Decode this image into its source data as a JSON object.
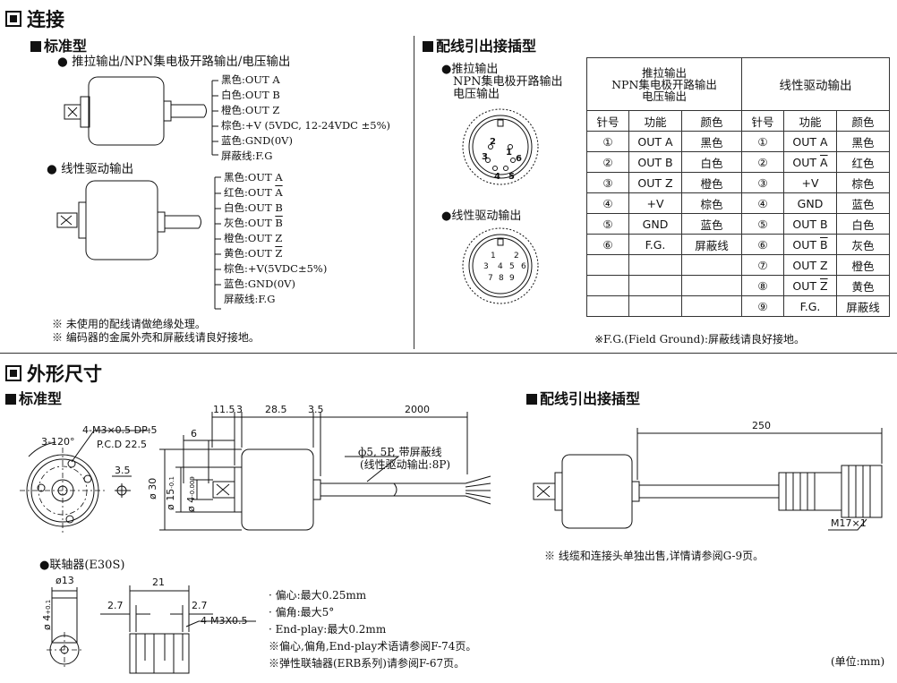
{
  "section1": {
    "title": "连接",
    "standard": {
      "title": "标准型",
      "push_title": "● 推拉输出/NPN集电极开路输出/电压输出",
      "push_wires": [
        "黑色:OUT A",
        "白色:OUT B",
        "橙色:OUT Z",
        "棕色:+V (5VDC, 12-24VDC ±5%)",
        "蓝色:GND(0V)",
        "屏蔽线:F.G"
      ],
      "line_title": "● 线性驱动输出",
      "line_wires": [
        {
          "color": "黑色:",
          "sig": "OUT ",
          "ch": "A",
          "bar": false
        },
        {
          "color": "红色:",
          "sig": "OUT ",
          "ch": "A",
          "bar": true
        },
        {
          "color": "白色:",
          "sig": "OUT ",
          "ch": "B",
          "bar": false
        },
        {
          "color": "灰色:",
          "sig": "OUT ",
          "ch": "B",
          "bar": true
        },
        {
          "color": "橙色:",
          "sig": "OUT ",
          "ch": "Z",
          "bar": false
        },
        {
          "color": "黄色:",
          "sig": "OUT ",
          "ch": "Z",
          "bar": true
        },
        {
          "color": "棕色:+V(5VDC±5%)",
          "sig": "",
          "ch": "",
          "bar": false
        },
        {
          "color": "蓝色:GND(0V)",
          "sig": "",
          "ch": "",
          "bar": false
        },
        {
          "color": "屏蔽线:F.G",
          "sig": "",
          "ch": "",
          "bar": false
        }
      ],
      "notes": [
        "※ 未使用的配线请做绝缘处理。",
        "※ 编码器的金属外壳和屏蔽线请良好接地。"
      ]
    },
    "connector": {
      "title": "配线引出接插型",
      "push_label": [
        "●推拉输出",
        "NPN集电极开路输出",
        "电压输出"
      ],
      "line_label": "●线性驱动输出",
      "pins6": [
        "1",
        "2",
        "3",
        "4",
        "5",
        "6"
      ],
      "pins9": [
        "1",
        "2",
        "3",
        "4",
        "5",
        "6",
        "7",
        "8",
        "9"
      ],
      "table": {
        "group1": [
          "推拉输出",
          "NPN集电极开路输出",
          "电压输出"
        ],
        "group2": "线性驱动输出",
        "headers": [
          "针号",
          "功能",
          "颜色",
          "针号",
          "功能",
          "颜色"
        ],
        "rows": [
          [
            "①",
            "OUT A",
            "黑色",
            "①",
            "OUT A",
            "黑色"
          ],
          [
            "②",
            "OUT B",
            "白色",
            "②",
            "OUT A",
            "红色"
          ],
          [
            "③",
            "OUT Z",
            "橙色",
            "③",
            "+V",
            "棕色"
          ],
          [
            "④",
            "+V",
            "棕色",
            "④",
            "GND",
            "蓝色"
          ],
          [
            "⑤",
            "GND",
            "蓝色",
            "⑤",
            "OUT B",
            "白色"
          ],
          [
            "⑥",
            "F.G.",
            "屏蔽线",
            "⑥",
            "OUT B",
            "灰色"
          ],
          [
            "",
            "",
            "",
            "⑦",
            "OUT Z",
            "橙色"
          ],
          [
            "",
            "",
            "",
            "⑧",
            "OUT Z",
            "黄色"
          ],
          [
            "",
            "",
            "",
            "⑨",
            "F.G.",
            "屏蔽线"
          ]
        ],
        "bar_rows": [
          1,
          5,
          7
        ]
      },
      "fg_note": "※F.G.(Field Ground):屏蔽线请良好接地。"
    }
  },
  "section2": {
    "title": "外形尺寸",
    "standard_title": "标准型",
    "connector_title": "配线引出接插型",
    "dims": {
      "d11_5": "11.5",
      "d3": "3",
      "d28_5": "28.5",
      "d3_5": "3.5",
      "d2000": "2000",
      "m3": "4-M3×0.5 DP:5",
      "angle": "3-120°",
      "pcd": "P.C.D 22.5",
      "d6": "6",
      "d3_5b": "3.5",
      "phi30": "ø 30",
      "phi15": "ø 15",
      "phi15_tol": "-0.1",
      "phi4": "ø 4",
      "phi4_tol": "-0.009",
      "cable1": "ф5, 5P, 带屏蔽线",
      "cable2": "(线性驱动输出:8P)",
      "d250": "250",
      "m17": "M17×1"
    },
    "connector_note": "※ 线缆和连接头单独出售,详情请参阅G-9页。",
    "coupling": {
      "title": "●联轴器(E30S)",
      "phi13": "ø13",
      "phi4": "ø 4",
      "phi4_tol": "+0.1",
      "d21": "21",
      "d2_7a": "2.7",
      "d2_7b": "2.7",
      "m3": "4-M3X0.5",
      "specs": [
        "· 偏心:最大0.25mm",
        "· 偏角:最大5°",
        "· End-play:最大0.2mm",
        "※偏心,偏角,End-play术语请参阅F-74页。",
        "※弹性联轴器(ERB系列)请参阅F-67页。"
      ]
    },
    "unit": "(单位:mm)"
  }
}
